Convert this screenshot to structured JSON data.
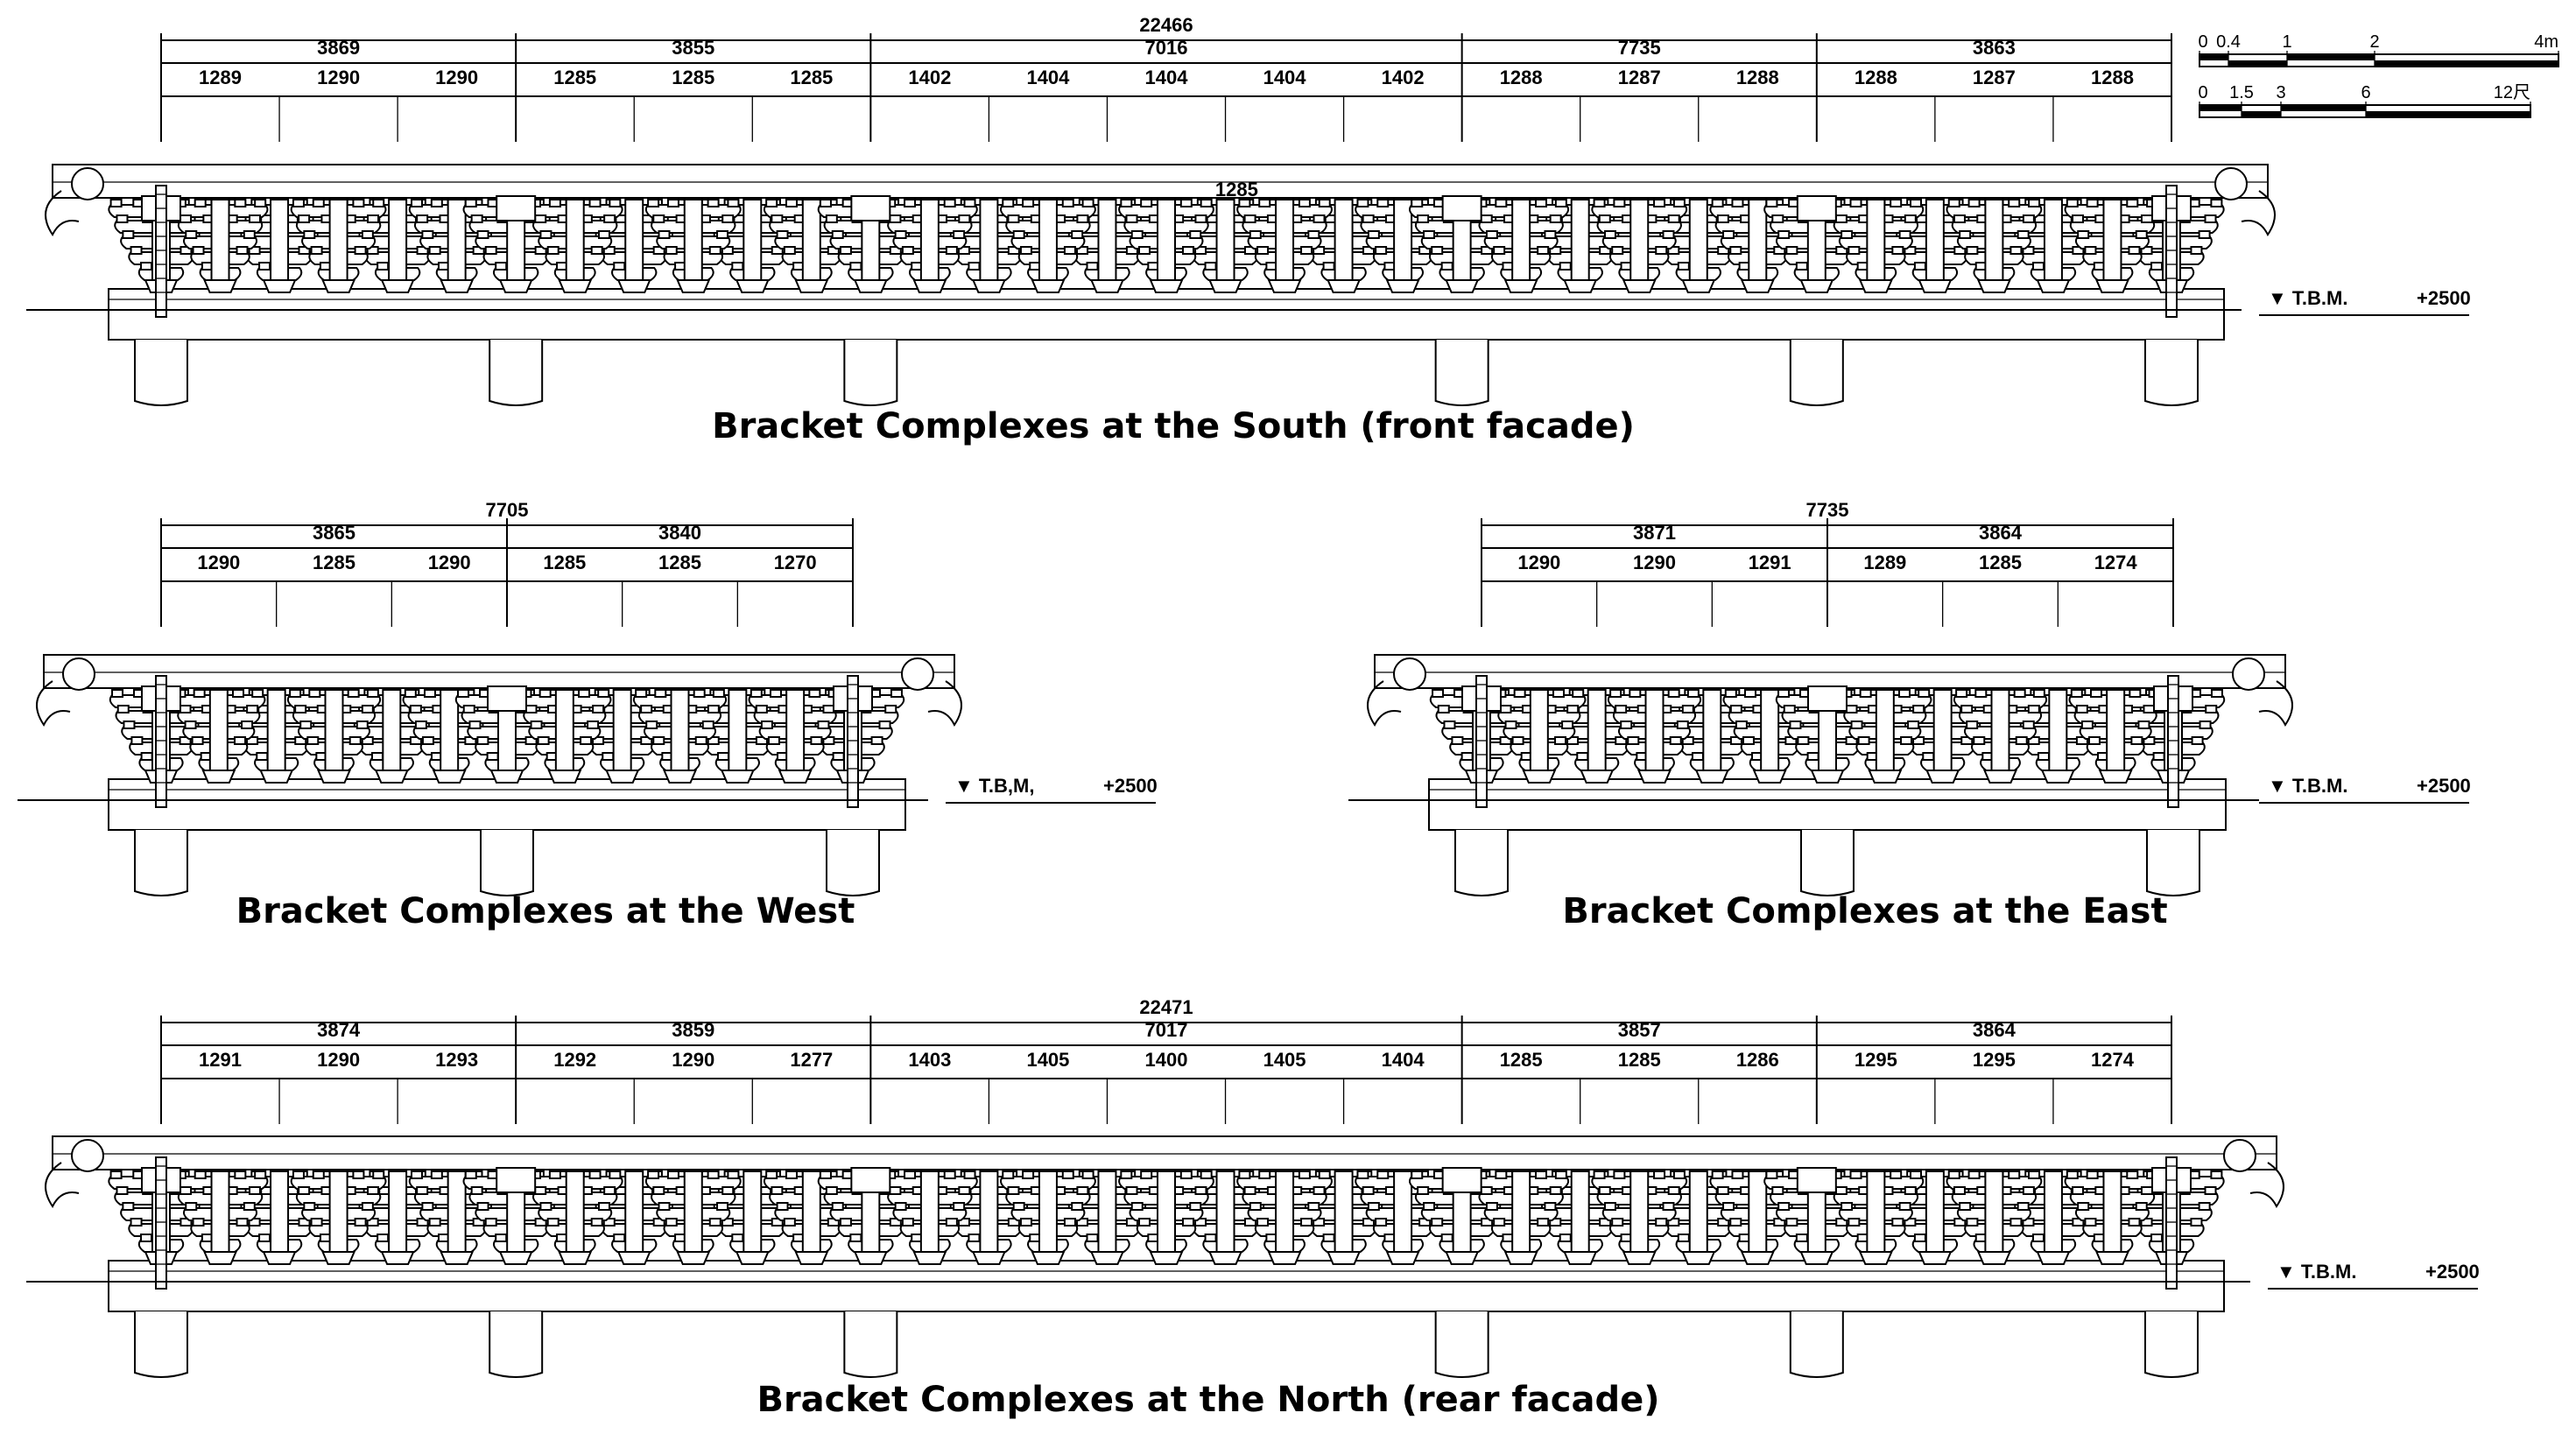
{
  "scale_bars": [
    {
      "ticks": [
        "0",
        "0.4",
        "1",
        "2",
        "4m"
      ]
    },
    {
      "ticks": [
        "0",
        "1.5",
        "3",
        "6",
        "12尺"
      ]
    }
  ],
  "elevations": [
    {
      "id": "south",
      "caption": "Bracket Complexes at the South (front facade)",
      "total": "22466",
      "bays": [
        {
          "span": "3869",
          "intervals": [
            "1289",
            "1290",
            "1290"
          ]
        },
        {
          "span": "3855",
          "intervals": [
            "1285",
            "1285",
            "1285"
          ]
        },
        {
          "span": "7016",
          "intervals": [
            "1402",
            "1404",
            "1404",
            "1404",
            "1402"
          ]
        },
        {
          "span": "7735",
          "intervals": [
            "1288",
            "1287",
            "1288"
          ]
        },
        {
          "span": "3863",
          "intervals": [
            "1288",
            "1287",
            "1288"
          ]
        }
      ],
      "inner_label": "1285",
      "tbm_label": "▼ T.B.M.",
      "tbm_value": "+2500"
    },
    {
      "id": "west",
      "caption": "Bracket Complexes at the West",
      "total": "7705",
      "bays": [
        {
          "span": "3865",
          "intervals": [
            "1290",
            "1285",
            "1290"
          ]
        },
        {
          "span": "3840",
          "intervals": [
            "1285",
            "1285",
            "1270"
          ]
        }
      ],
      "inner_label": "",
      "tbm_label": "▼ T.B,M,",
      "tbm_value": "+2500"
    },
    {
      "id": "east",
      "caption": "Bracket Complexes at the East",
      "total": "7735",
      "bays": [
        {
          "span": "3871",
          "intervals": [
            "1290",
            "1290",
            "1291"
          ]
        },
        {
          "span": "3864",
          "intervals": [
            "1289",
            "1285",
            "1274"
          ]
        }
      ],
      "inner_label": "",
      "tbm_label": "▼ T.B.M.",
      "tbm_value": "+2500"
    },
    {
      "id": "north",
      "caption": "Bracket Complexes at the North (rear facade)",
      "total": "22471",
      "bays": [
        {
          "span": "3874",
          "intervals": [
            "1291",
            "1290",
            "1293"
          ]
        },
        {
          "span": "3859",
          "intervals": [
            "1292",
            "1290",
            "1277"
          ]
        },
        {
          "span": "7017",
          "intervals": [
            "1403",
            "1405",
            "1400",
            "1405",
            "1404"
          ]
        },
        {
          "span": "3857",
          "intervals": [
            "1285",
            "1285",
            "1286"
          ]
        },
        {
          "span": "3864",
          "intervals": [
            "1295",
            "1295",
            "1274"
          ]
        }
      ],
      "inner_label": "",
      "tbm_label": "▼ T.B.M.",
      "tbm_value": "+2500"
    }
  ]
}
